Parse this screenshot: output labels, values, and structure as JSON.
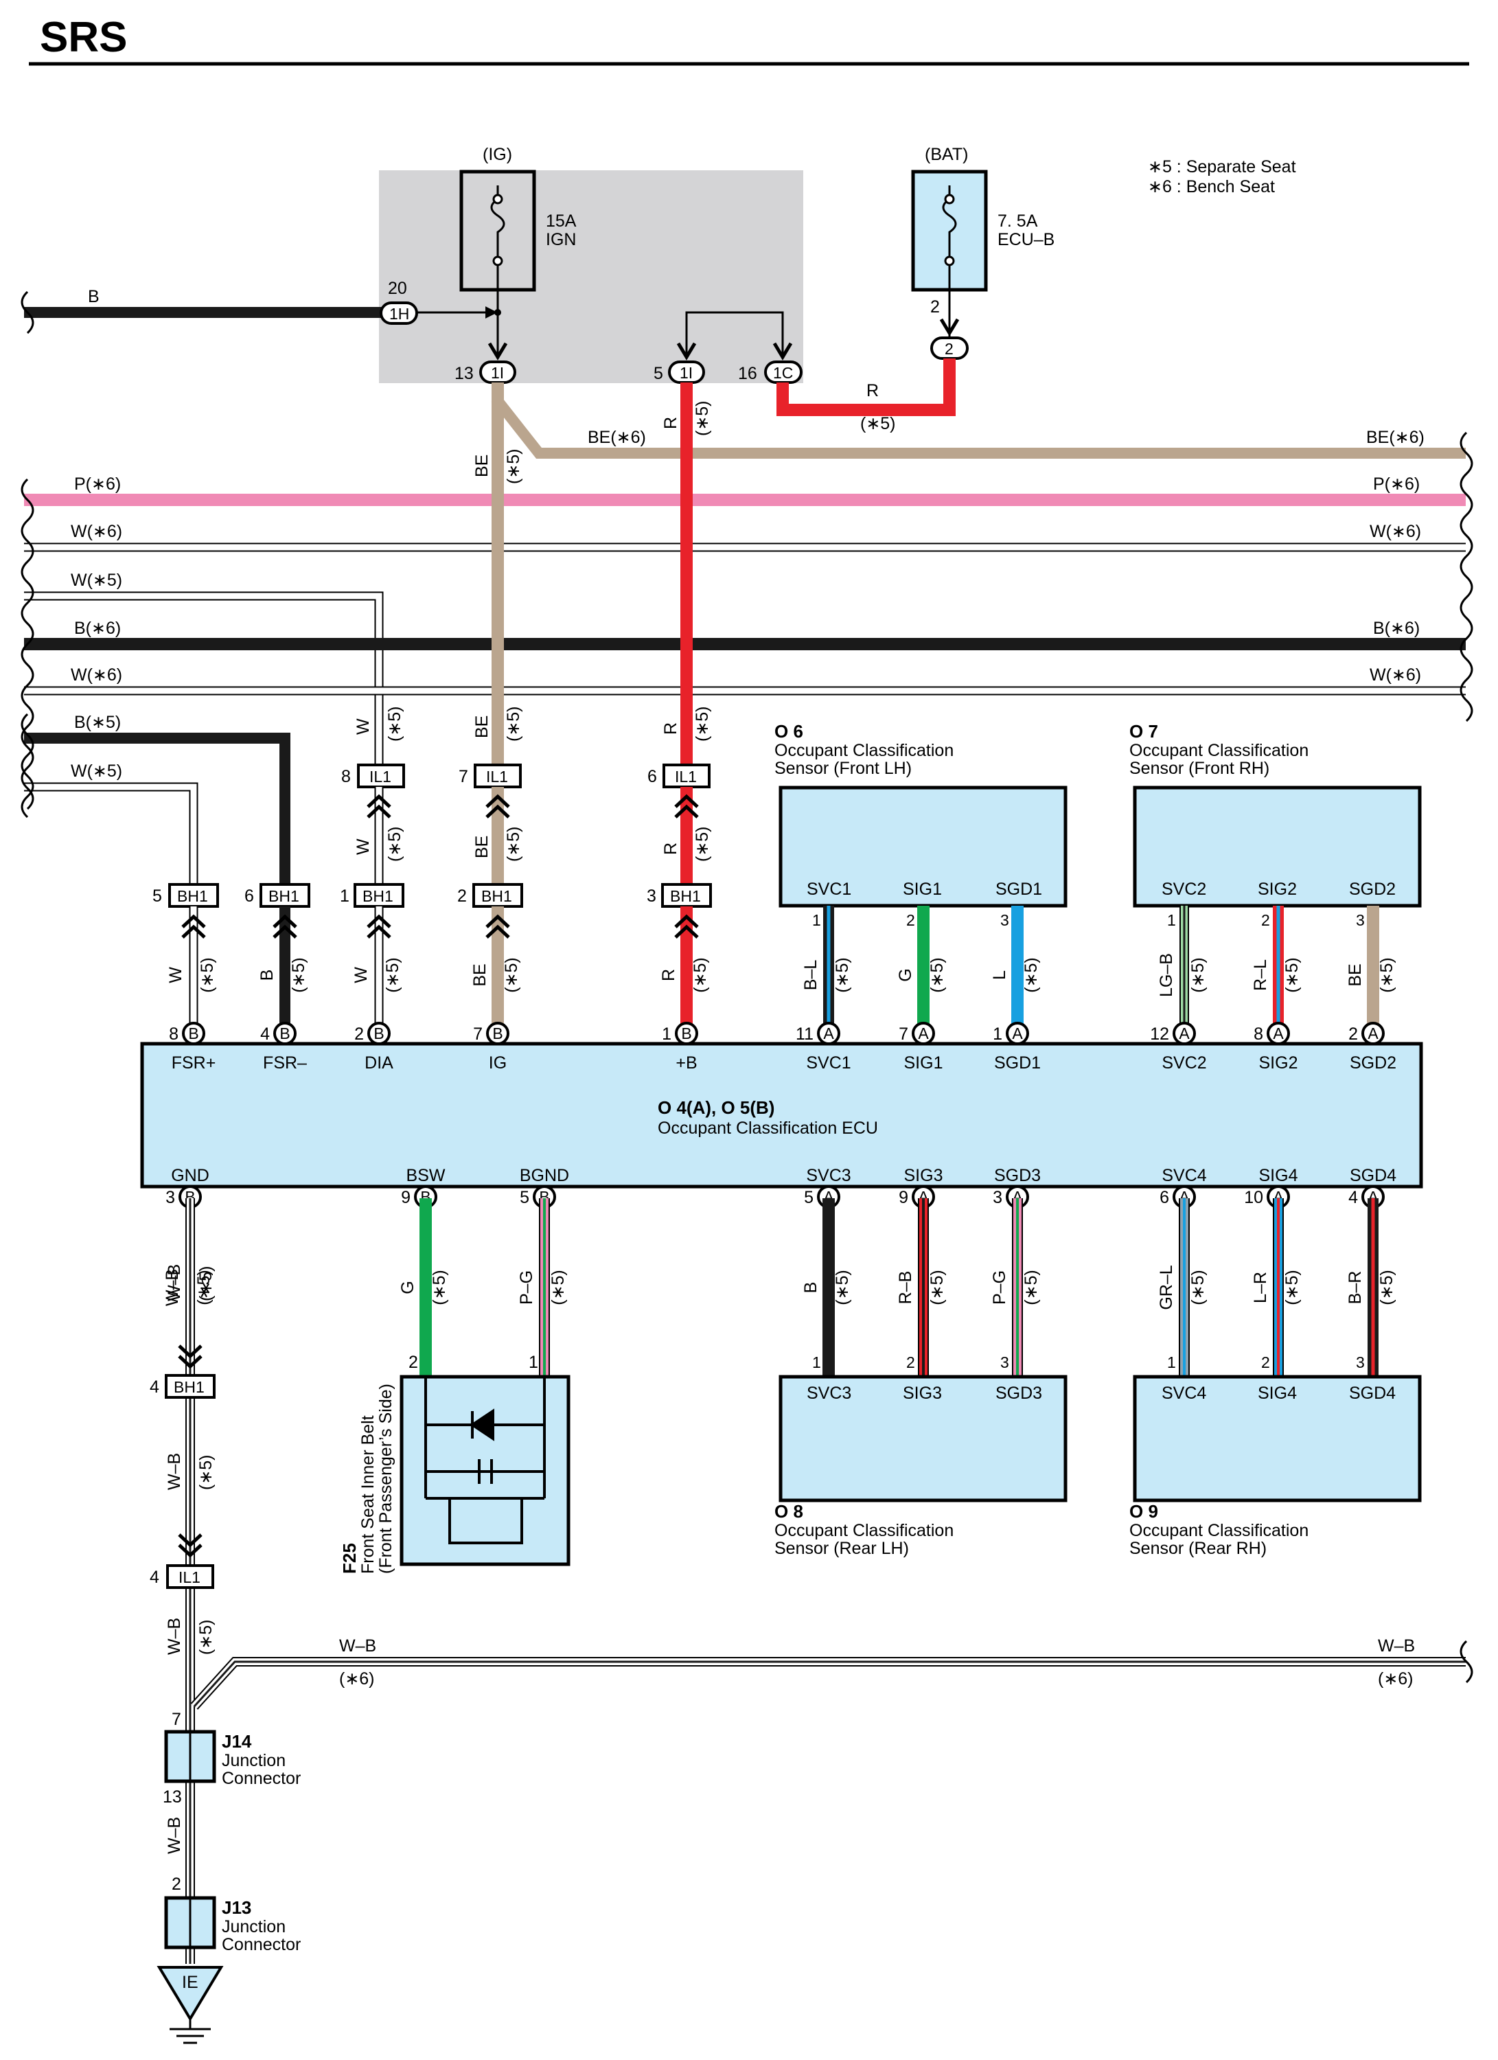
{
  "header": {
    "title": "SRS"
  },
  "notes": [
    "∗5 : Separate Seat",
    "∗6 : Bench Seat"
  ],
  "colors": {
    "B": "#1a1a1a",
    "R": "#e8222a",
    "BE": "#baa58e",
    "P": "#f08ab5",
    "W": "#ffffff",
    "G": "#10a84e",
    "L": "#18a0e0",
    "box": "#c7e9f8",
    "jb": "#d4d4d6"
  },
  "fuses": {
    "ig": {
      "group": "(IG)",
      "amp": "15A",
      "name": "IGN"
    },
    "bat": {
      "group": "(BAT)",
      "amp": "7. 5A",
      "name": "ECU–B"
    }
  },
  "junction_block": {
    "pin_20": "20",
    "conn_1h": "1H",
    "pin_13": "13",
    "conn_1i_a": "1I",
    "pin_5": "5",
    "conn_1i_b": "1I",
    "pin_16": "16",
    "conn_1c": "1C",
    "bat_pin": "2",
    "bat_conn": "2"
  },
  "harness": {
    "left_b": "B",
    "r_top": "R",
    "r_top_note": "(∗5)",
    "be6_left": "BE(∗6)",
    "be6_right": "BE(∗6)",
    "p6_left": "P(∗6)",
    "p6_right": "P(∗6)",
    "w6a_left": "W(∗6)",
    "w6a_right": "W(∗6)",
    "w5a_left": "W(∗5)",
    "b6_left": "B(∗6)",
    "b6_right": "B(∗6)",
    "w6b_left": "W(∗6)",
    "w6b_right": "W(∗6)",
    "b5_left": "B(∗5)",
    "w5b_left": "W(∗5)"
  },
  "ecu": {
    "title": "O 4(A), O 5(B)",
    "name": "Occupant Classification ECU",
    "top_pins": [
      {
        "num": "8",
        "conn": "B",
        "label": "FSR+",
        "wire": "W",
        "note": "(∗5)"
      },
      {
        "num": "4",
        "conn": "B",
        "label": "FSR–",
        "wire": "B",
        "note": "(∗5)"
      },
      {
        "num": "2",
        "conn": "B",
        "label": "DIA",
        "wire": "W",
        "note": "(∗5)"
      },
      {
        "num": "7",
        "conn": "B",
        "label": "IG",
        "wire": "BE",
        "note": "(∗5)"
      },
      {
        "num": "1",
        "conn": "B",
        "label": "+B",
        "wire": "R",
        "note": "(∗5)"
      },
      {
        "num": "11",
        "conn": "A",
        "label": "SVC1",
        "wire": "B–L",
        "note": "(∗5)"
      },
      {
        "num": "7",
        "conn": "A",
        "label": "SIG1",
        "wire": "G",
        "note": "(∗5)"
      },
      {
        "num": "1",
        "conn": "A",
        "label": "SGD1",
        "wire": "L",
        "note": "(∗5)"
      },
      {
        "num": "12",
        "conn": "A",
        "label": "SVC2",
        "wire": "LG–B",
        "note": "(∗5)"
      },
      {
        "num": "8",
        "conn": "A",
        "label": "SIG2",
        "wire": "R–L",
        "note": "(∗5)"
      },
      {
        "num": "2",
        "conn": "A",
        "label": "SGD2",
        "wire": "BE",
        "note": "(∗5)"
      }
    ],
    "bottom_pins": [
      {
        "num": "3",
        "conn": "B",
        "label": "GND",
        "wire": "W–B",
        "note": "(∗5)"
      },
      {
        "num": "9",
        "conn": "B",
        "label": "BSW",
        "wire": "G",
        "note": "(∗5)"
      },
      {
        "num": "5",
        "conn": "B",
        "label": "BGND",
        "wire": "P–G",
        "note": "(∗5)"
      },
      {
        "num": "5",
        "conn": "A",
        "label": "SVC3",
        "wire": "B",
        "note": "(∗5)"
      },
      {
        "num": "9",
        "conn": "A",
        "label": "SIG3",
        "wire": "R–B",
        "note": "(∗5)"
      },
      {
        "num": "3",
        "conn": "A",
        "label": "SGD3",
        "wire": "P–G",
        "note": "(∗5)"
      },
      {
        "num": "6",
        "conn": "A",
        "label": "SVC4",
        "wire": "GR–L",
        "note": "(∗5)"
      },
      {
        "num": "10",
        "conn": "A",
        "label": "SIG4",
        "wire": "L–R",
        "note": "(∗5)"
      },
      {
        "num": "4",
        "conn": "A",
        "label": "SGD4",
        "wire": "B–R",
        "note": "(∗5)"
      }
    ]
  },
  "upper_connectors": [
    {
      "num": "5",
      "name": "BH1"
    },
    {
      "num": "6",
      "name": "BH1"
    },
    {
      "num": "1",
      "name": "BH1"
    },
    {
      "num": "2",
      "name": "BH1"
    },
    {
      "num": "3",
      "name": "BH1"
    },
    {
      "num": "8",
      "name": "IL1"
    },
    {
      "num": "7",
      "name": "IL1"
    },
    {
      "num": "6",
      "name": "IL1"
    }
  ],
  "mid_wire_labels": [
    {
      "wire": "W",
      "note": "(∗5)"
    },
    {
      "wire": "BE",
      "note": "(∗5)"
    },
    {
      "wire": "R",
      "note": "(∗5)"
    },
    {
      "wire": "W",
      "note": "(∗5)"
    },
    {
      "wire": "BE",
      "note": "(∗5)"
    },
    {
      "wire": "R",
      "note": "(∗5)"
    },
    {
      "wire": "BE",
      "note": "(∗5)"
    },
    {
      "wire": "R",
      "note": "(∗5)"
    }
  ],
  "sensors": {
    "o6": {
      "id": "O 6",
      "name1": "Occupant Classification",
      "name2": "Sensor (Front LH)",
      "pins": [
        "SVC1",
        "SIG1",
        "SGD1"
      ],
      "nums": [
        "1",
        "2",
        "3"
      ]
    },
    "o7": {
      "id": "O 7",
      "name1": "Occupant Classification",
      "name2": "Sensor (Front RH)",
      "pins": [
        "SVC2",
        "SIG2",
        "SGD2"
      ],
      "nums": [
        "1",
        "2",
        "3"
      ]
    },
    "o8": {
      "id": "O 8",
      "name1": "Occupant Classification",
      "name2": "Sensor (Rear LH)",
      "pins": [
        "SVC3",
        "SIG3",
        "SGD3"
      ],
      "nums": [
        "1",
        "2",
        "3"
      ]
    },
    "o9": {
      "id": "O 9",
      "name1": "Occupant Classification",
      "name2": "Sensor (Rear RH)",
      "pins": [
        "SVC4",
        "SIG4",
        "SGD4"
      ],
      "nums": [
        "1",
        "2",
        "3"
      ]
    }
  },
  "belt": {
    "id": "F25",
    "name1": "Front Seat Inner Belt",
    "name2": "(Front Passenger’s Side)",
    "pin_a": "2",
    "pin_b": "1"
  },
  "ground_path": {
    "bh1_num": "4",
    "bh1": "BH1",
    "il1_num": "4",
    "il1": "IL1",
    "wire1": "W–B",
    "note1": "(∗5)",
    "wire2": "W–B",
    "note2": "(∗5)",
    "wire3": "W–B",
    "note3": "(∗5)",
    "wb6_left": "W–B",
    "wb6_left_note": "(∗6)",
    "wb6_right": "W–B",
    "wb6_right_note": "(∗6)",
    "j14_top": "7",
    "j14_id": "J14",
    "j14_name1": "Junction",
    "j14_name2": "Connector",
    "j14_bottom": "13",
    "wire4": "W–B",
    "j13_top": "2",
    "j13_id": "J13",
    "j13_name1": "Junction",
    "j13_name2": "Connector",
    "ground": "IE"
  }
}
